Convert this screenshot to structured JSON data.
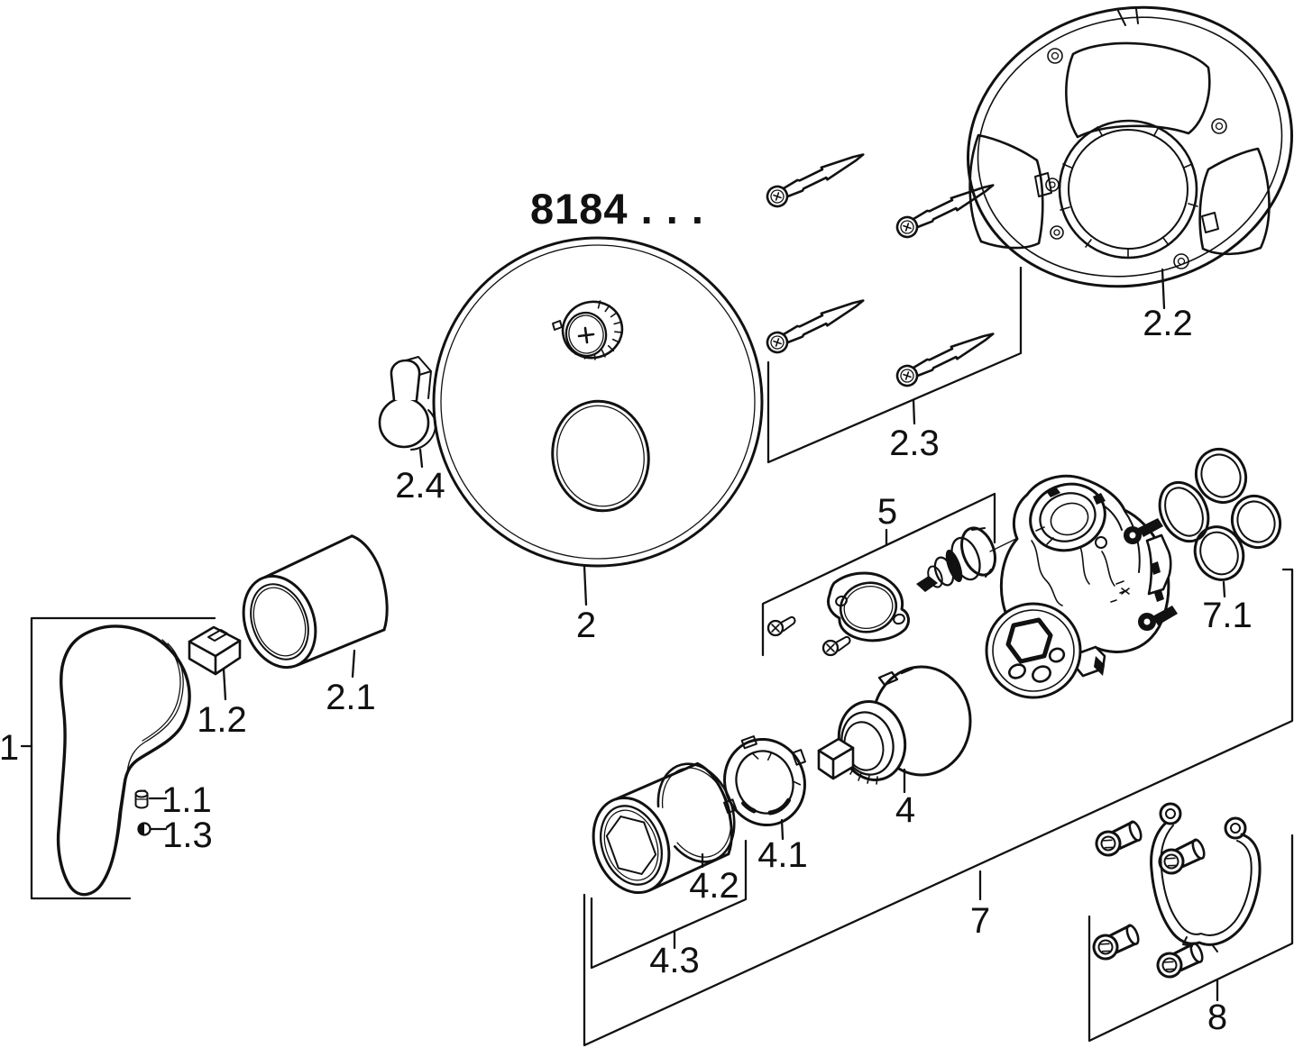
{
  "diagram": {
    "title": "8184 . . .",
    "background_color": "#ffffff",
    "line_color": "#111111",
    "parts": [
      {
        "id": "1",
        "label": "1",
        "name": "lever-handle-group"
      },
      {
        "id": "1.1",
        "label": "1.1",
        "name": "handle-set-screw"
      },
      {
        "id": "1.2",
        "label": "1.2",
        "name": "handle-cover-cap"
      },
      {
        "id": "1.3",
        "label": "1.3",
        "name": "handle-plug"
      },
      {
        "id": "2",
        "label": "2",
        "name": "escutcheon-plate"
      },
      {
        "id": "2.1",
        "label": "2.1",
        "name": "handle-sleeve"
      },
      {
        "id": "2.2",
        "label": "2.2",
        "name": "mounting-ring"
      },
      {
        "id": "2.3",
        "label": "2.3",
        "name": "mounting-screws"
      },
      {
        "id": "2.4",
        "label": "2.4",
        "name": "retainer-clip"
      },
      {
        "id": "4",
        "label": "4",
        "name": "cartridge"
      },
      {
        "id": "4.1",
        "label": "4.1",
        "name": "cartridge-lock-ring"
      },
      {
        "id": "4.2",
        "label": "4.2",
        "name": "snap-ring"
      },
      {
        "id": "4.3",
        "label": "4.3",
        "name": "cartridge-sleeve-assembly"
      },
      {
        "id": "5",
        "label": "5",
        "name": "diverter-assembly"
      },
      {
        "id": "7",
        "label": "7",
        "name": "concealed-valve-body-group"
      },
      {
        "id": "7.1",
        "label": "7.1",
        "name": "o-ring-set"
      },
      {
        "id": "8",
        "label": "8",
        "name": "fixing-bracket-with-screws"
      }
    ]
  }
}
